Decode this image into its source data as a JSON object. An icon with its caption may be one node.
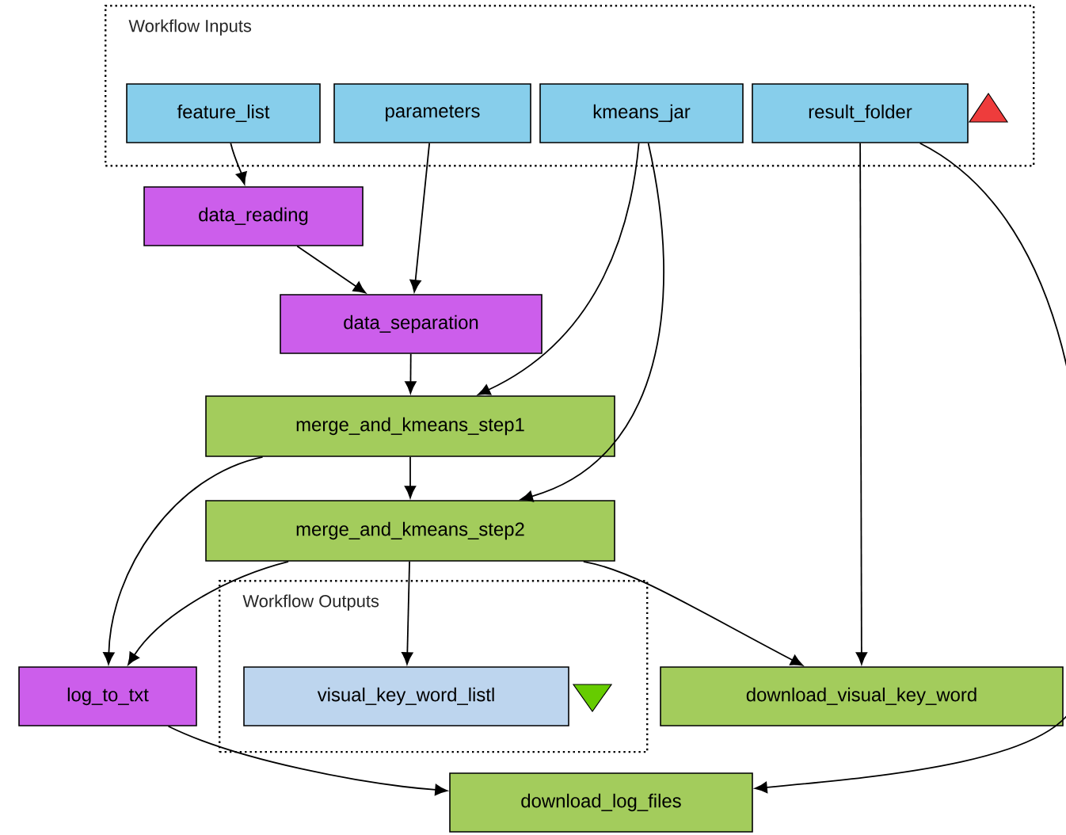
{
  "diagram": {
    "nodes": [
      {
        "text": [
          "Workflow Inputs"
        ]
      },
      {
        "text": [
          "feature_list"
        ],
        "in": 0
      },
      {
        "text": [
          "parameters"
        ],
        "in": 0
      },
      {
        "text": [
          "kmeans_jar"
        ],
        "in": 0
      },
      {
        "text": [
          "result_folder"
        ],
        "in": 0
      },
      {
        "text": [
          "data_reading"
        ]
      },
      {
        "text": [
          "data_separation"
        ]
      },
      {
        "text": [
          "merge_and_kmeans_step1"
        ]
      },
      {
        "text": [
          "merge_and_kmeans_step2"
        ]
      },
      {
        "text": [
          "log_to_txt"
        ]
      },
      {
        "text": [
          "Workflow Outputs"
        ]
      },
      {
        "text": [
          "visual_key_word_listl"
        ],
        "in": 10
      },
      {
        "text": [
          "download_visual_key_word"
        ]
      },
      {
        "text": [
          "download_log_files"
        ]
      }
    ],
    "edges": [
      {
        "from": 1,
        "to": 5,
        "arrow": "to"
      },
      {
        "from": 5,
        "to": 6,
        "arrow": "to"
      },
      {
        "from": 2,
        "to": 6,
        "arrow": "to"
      },
      {
        "from": 6,
        "to": 7,
        "arrow": "to"
      },
      {
        "from": 3,
        "to": 7,
        "arrow": "to"
      },
      {
        "from": 3,
        "to": 8,
        "arrow": "to"
      },
      {
        "from": 7,
        "to": 8,
        "arrow": "to"
      },
      {
        "from": 7,
        "to": 9,
        "arrow": "to"
      },
      {
        "from": 8,
        "to": 9,
        "arrow": "to"
      },
      {
        "from": 8,
        "to": 11,
        "arrow": "to"
      },
      {
        "from": 8,
        "to": 12,
        "arrow": "to"
      },
      {
        "from": 4,
        "to": 12,
        "arrow": "to"
      },
      {
        "from": 4,
        "to": 13,
        "arrow": "to"
      },
      {
        "from": 9,
        "to": 13,
        "arrow": "to"
      }
    ]
  }
}
